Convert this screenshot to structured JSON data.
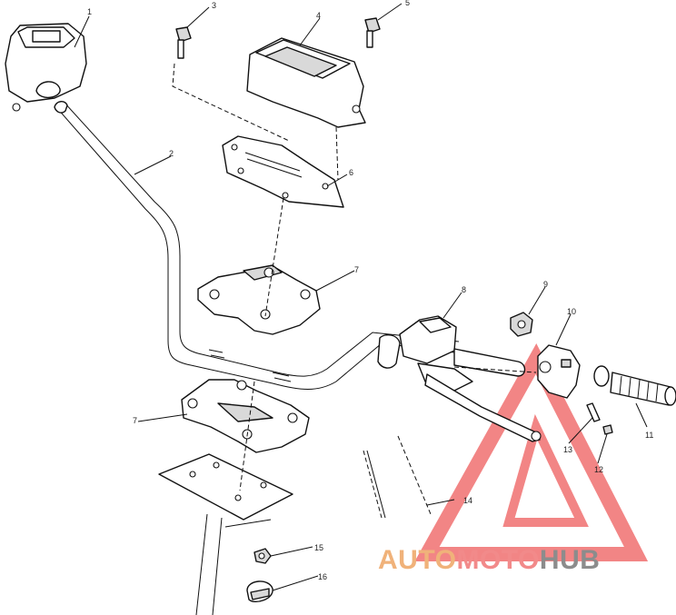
{
  "callouts": {
    "c1": "1",
    "c2": "2",
    "c3": "3",
    "c4": "4",
    "c5": "5",
    "c6": "6",
    "c7a": "7",
    "c7b": "7",
    "c8": "8",
    "c9": "9",
    "c10": "10",
    "c11": "11",
    "c12": "12",
    "c13": "13",
    "c14": "14",
    "c15": "15",
    "c16": "16"
  },
  "watermark": {
    "part1": "AUTO",
    "part2": "MOTO",
    "part3": "HUB",
    "colors": {
      "auto": "#f0b27a",
      "moto": "#f28a8a",
      "hub": "#8c8c8c",
      "triangle": "#f07070"
    }
  }
}
